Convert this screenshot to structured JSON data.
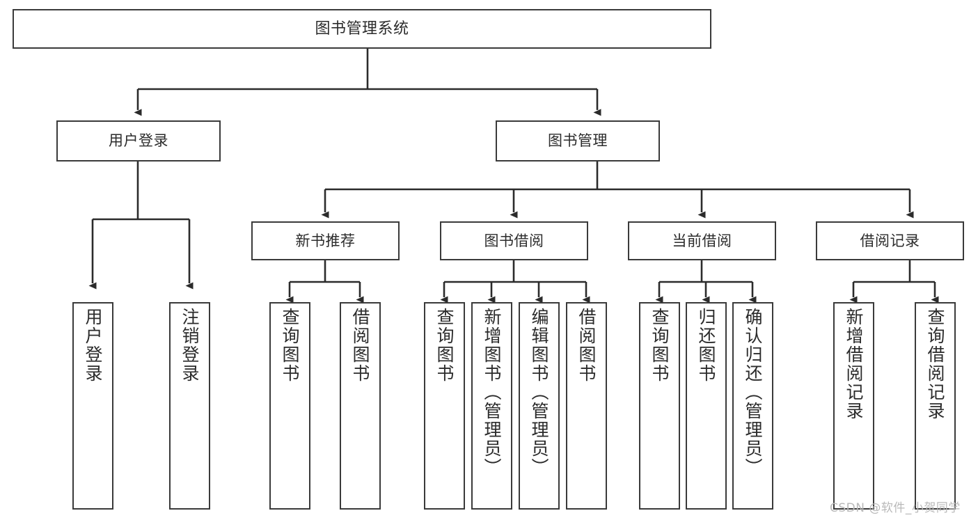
{
  "diagram": {
    "type": "tree-hierarchy-chart",
    "title": "图书管理系统",
    "colors": {
      "box_border": "#3a3a3a",
      "box_fill": "#ffffff",
      "connector": "#2b2b2b",
      "text": "#2b2b2b",
      "watermark": "#b9b9b9",
      "background": "#ffffff"
    },
    "nodes": {
      "root": {
        "label": "图书管理系统"
      },
      "level2": [
        {
          "id": "user-login",
          "label": "用户登录"
        },
        {
          "id": "book-management",
          "label": "图书管理"
        }
      ],
      "level3": [
        {
          "id": "new-book-recommend",
          "label": "新书推荐"
        },
        {
          "id": "book-borrow",
          "label": "图书借阅"
        },
        {
          "id": "current-borrow",
          "label": "当前借阅"
        },
        {
          "id": "borrow-record",
          "label": "借阅记录"
        }
      ],
      "leaves": {
        "user-login": [
          {
            "id": "leaf-user-login",
            "label": "用户登录"
          },
          {
            "id": "leaf-logout-login",
            "label": "注销登录"
          }
        ],
        "new-book-recommend": [
          {
            "id": "leaf-query-book-1",
            "label": "查询图书"
          },
          {
            "id": "leaf-borrow-book-1",
            "label": "借阅图书"
          }
        ],
        "book-borrow": [
          {
            "id": "leaf-query-book-2",
            "label": "查询图书"
          },
          {
            "id": "leaf-add-book",
            "label": "新增图书（管理员）"
          },
          {
            "id": "leaf-edit-book",
            "label": "编辑图书（管理员）"
          },
          {
            "id": "leaf-borrow-book-2",
            "label": "借阅图书"
          }
        ],
        "current-borrow": [
          {
            "id": "leaf-query-book-3",
            "label": "查询图书"
          },
          {
            "id": "leaf-return-book",
            "label": "归还图书"
          },
          {
            "id": "leaf-confirm-return",
            "label": "确认归还（管理员）"
          }
        ],
        "borrow-record": [
          {
            "id": "leaf-add-record",
            "label": "新增借阅记录"
          },
          {
            "id": "leaf-query-record",
            "label": "查询借阅记录"
          }
        ]
      }
    },
    "watermark": "CSDN @软件_小贺同学"
  }
}
